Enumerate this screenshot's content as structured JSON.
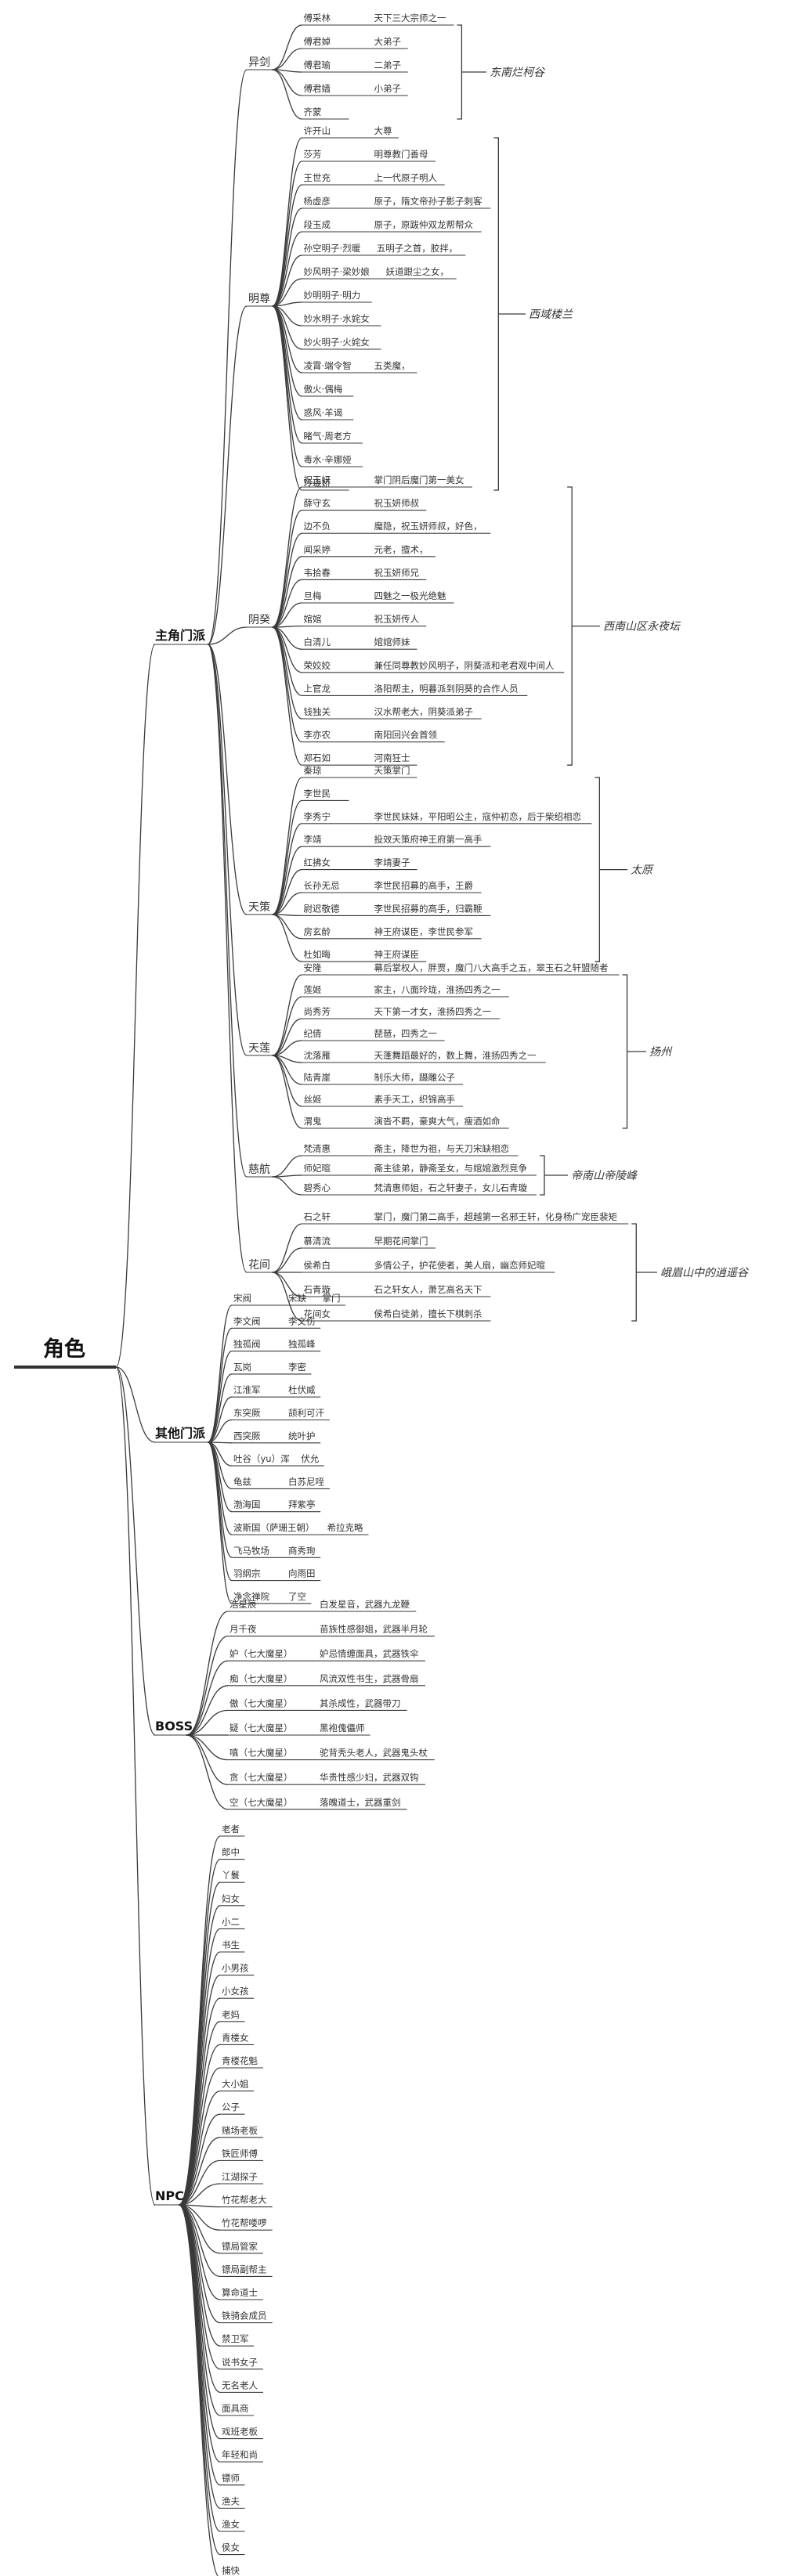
{
  "root": "角色",
  "categories": [
    {
      "name": "主角门派",
      "groups": [
        {
          "name": "异剑",
          "region": "东南烂柯谷",
          "items": [
            {
              "name": "傅采林",
              "desc": "天下三大宗师之一"
            },
            {
              "name": "傅君婥",
              "desc": "大弟子"
            },
            {
              "name": "傅君瑜",
              "desc": "二弟子"
            },
            {
              "name": "傅君嫱",
              "desc": "小弟子"
            },
            {
              "name": "齐蒙",
              "desc": ""
            }
          ]
        },
        {
          "name": "明尊",
          "region": "西域楼兰",
          "items": [
            {
              "name": "许开山",
              "desc": "大尊"
            },
            {
              "name": "莎芳",
              "desc": "明尊教门善母"
            },
            {
              "name": "王世充",
              "desc": "上一代原子明人"
            },
            {
              "name": "杨虚彦",
              "desc": "原子，隋文帝孙子影子刺客"
            },
            {
              "name": "段玉成",
              "desc": "原子，原跋仲双龙帮帮众"
            },
            {
              "name": "孙空明子·烈暖",
              "desc": "五明子之首，胶拌，"
            },
            {
              "name": "妙风明子·梁妙娘",
              "desc": "妖道跟尘之女，"
            },
            {
              "name": "妙明明子·明力",
              "desc": ""
            },
            {
              "name": "妙水明子·水姹女",
              "desc": ""
            },
            {
              "name": "妙火明子·火姹女",
              "desc": ""
            },
            {
              "name": "凌霄·端令智",
              "desc": "五类魔，"
            },
            {
              "name": "傲火·偶梅",
              "desc": ""
            },
            {
              "name": "惑风·羊谒",
              "desc": ""
            },
            {
              "name": "睹气·周老方",
              "desc": ""
            },
            {
              "name": "毒水·辛娜娅",
              "desc": ""
            },
            {
              "name": "玲珑娇",
              "desc": ""
            }
          ]
        },
        {
          "name": "阴癸",
          "region": "西南山区永夜坛",
          "items": [
            {
              "name": "祝玉妍",
              "desc": "掌门阴后魔门第一美女"
            },
            {
              "name": "薛守玄",
              "desc": "祝玉妍师叔"
            },
            {
              "name": "边不负",
              "desc": "魔隐，祝玉妍师叔，好色，"
            },
            {
              "name": "闻采婷",
              "desc": "元老，擅术，"
            },
            {
              "name": "韦拾春",
              "desc": "祝玉妍师兄"
            },
            {
              "name": "旦梅",
              "desc": "四魅之一极光绝魅"
            },
            {
              "name": "婠婠",
              "desc": "祝玉妍传人"
            },
            {
              "name": "白清儿",
              "desc": "婠婠师妹"
            },
            {
              "name": "荣姣姣",
              "desc": "兼任同尊教妙风明子，阴葵派和老君观中间人"
            },
            {
              "name": "上官龙",
              "desc": "洛阳帮主，明暮派到阴葵的合作人员"
            },
            {
              "name": "钱独关",
              "desc": "汉水帮老大，阴葵派弟子"
            },
            {
              "name": "李亦农",
              "desc": "南阳回兴会首领"
            },
            {
              "name": "郑石如",
              "desc": "河南狂士"
            }
          ]
        },
        {
          "name": "天策",
          "region": "太原",
          "items": [
            {
              "name": "秦琼",
              "desc": "天策掌门"
            },
            {
              "name": "李世民",
              "desc": ""
            },
            {
              "name": "李秀宁",
              "desc": "李世民妹妹，平阳昭公主，寇仲初恋，后于柴绍相恋"
            },
            {
              "name": "李靖",
              "desc": "投效天策府神王府第一高手"
            },
            {
              "name": "红拂女",
              "desc": "李靖妻子"
            },
            {
              "name": "长孙无忌",
              "desc": "李世民招募的高手，王爵"
            },
            {
              "name": "尉迟敬德",
              "desc": "李世民招募的高手，归霸鞭"
            },
            {
              "name": "房玄龄",
              "desc": "神王府谋臣，李世民参军"
            },
            {
              "name": "杜如晦",
              "desc": "神王府谋臣"
            }
          ]
        },
        {
          "name": "天莲",
          "region": "扬州",
          "items": [
            {
              "name": "安隆",
              "desc": "幕后掌权人，胖贾，魔门八大高手之五，翠玉石之轩盟随者"
            },
            {
              "name": "莲姬",
              "desc": "家主，八面玲珑，淮扬四秀之一"
            },
            {
              "name": "尚秀芳",
              "desc": "天下第一才女，淮扬四秀之一"
            },
            {
              "name": "纪倩",
              "desc": "琵琶，四秀之一"
            },
            {
              "name": "沈落雁",
              "desc": "天蓬舞蹈最好的，数上舞，淮扬四秀之一"
            },
            {
              "name": "陆青崖",
              "desc": "制乐大师，蹑雕公子"
            },
            {
              "name": "丝姬",
              "desc": "素手天工，织锦高手"
            },
            {
              "name": "渭鬼",
              "desc": "演沓不羁，豪爽大气，瘦酒如命"
            }
          ]
        },
        {
          "name": "慈航",
          "region": "帝南山帝陵峰",
          "items": [
            {
              "name": "梵清惠",
              "desc": "斋主，降世为祖，与天刀宋缺相恋"
            },
            {
              "name": "师妃暄",
              "desc": "斋主徒弟，静斋圣女，与婠婠激烈竞争"
            },
            {
              "name": "碧秀心",
              "desc": "梵清惠师姐，石之轩妻子，女儿石青璇"
            }
          ]
        },
        {
          "name": "花间",
          "region": "峨眉山中的逍遥谷",
          "items": [
            {
              "name": "石之轩",
              "desc": "掌门，魔门第二高手，超越第一名邪王轩，化身杨广宠臣裴矩"
            },
            {
              "name": "慕清流",
              "desc": "早期花间掌门"
            },
            {
              "name": "侯希白",
              "desc": "多情公子，护花使者，美人扇，幽恋师妃暄"
            },
            {
              "name": "石青璇",
              "desc": "石之轩女人，萧艺高名天下"
            },
            {
              "name": "花间女",
              "desc": "侯希白徒弟，擅长下棋刺杀"
            }
          ]
        }
      ]
    },
    {
      "name": "其他门派",
      "items": [
        {
          "name": "宋阀",
          "desc": "宋缺",
          "desc2": "掌门"
        },
        {
          "name": "李文阀",
          "desc": "李文伤"
        },
        {
          "name": "独孤阀",
          "desc": "独孤峰"
        },
        {
          "name": "瓦岗",
          "desc": "李密"
        },
        {
          "name": "江淮军",
          "desc": "杜伏威"
        },
        {
          "name": "东突厥",
          "desc": "颉利可汗"
        },
        {
          "name": "西突厥",
          "desc": "统叶护"
        },
        {
          "name": "吐谷（yu）浑",
          "desc": "伏允"
        },
        {
          "name": "龟兹",
          "desc": "白苏尼咥"
        },
        {
          "name": "渤海国",
          "desc": "拜紫亭"
        },
        {
          "name": "波斯国（萨珊王朝）",
          "desc": "希拉克略"
        },
        {
          "name": "飞马牧场",
          "desc": "商秀珣"
        },
        {
          "name": "羽纲宗",
          "desc": "向雨田"
        },
        {
          "name": "净念禅院",
          "desc": "了空"
        }
      ]
    },
    {
      "name": "BOSS",
      "items": [
        {
          "name": "浩星辰",
          "desc": "白发星音，武器九龙鞭"
        },
        {
          "name": "月千夜",
          "desc": "苗族性感御姐，武器半月轮"
        },
        {
          "name": "妒（七大魔星）",
          "desc": "妒忌情缠面具，武器铁伞"
        },
        {
          "name": "痴（七大魔星）",
          "desc": "风流双性书生，武器骨扇"
        },
        {
          "name": "傲（七大魔星）",
          "desc": "其杀成性，武器带刀"
        },
        {
          "name": "疑（七大魔星）",
          "desc": "黑袍傀儡师"
        },
        {
          "name": "嗔（七大魔星）",
          "desc": "驼背秃头老人，武器鬼头杖"
        },
        {
          "name": "贪（七大魔星）",
          "desc": "华贵性感少妇，武器双钩"
        },
        {
          "name": "空（七大魔星）",
          "desc": "落魄道士，武器重剑"
        }
      ]
    },
    {
      "name": "NPC",
      "items": [
        "老者",
        "郎中",
        "丫鬟",
        "妇女",
        "小二",
        "书生",
        "小男孩",
        "小女孩",
        "老妈",
        "青楼女",
        "青楼花魁",
        "大小姐",
        "公子",
        "赌场老板",
        "铁匠师傅",
        "江湖探子",
        "竹花帮老大",
        "竹花帮喽啰",
        "镖局管家",
        "镖局副帮主",
        "算命道士",
        "铁骑会成员",
        "禁卫军",
        "说书女子",
        "无名老人",
        "面具商",
        "戏班老板",
        "年轻和尚",
        "镖师",
        "渔夫",
        "渔女",
        "侯女",
        "捕快"
      ]
    }
  ],
  "colors": {
    "line": "#3a3a3a",
    "text": "#333333"
  }
}
